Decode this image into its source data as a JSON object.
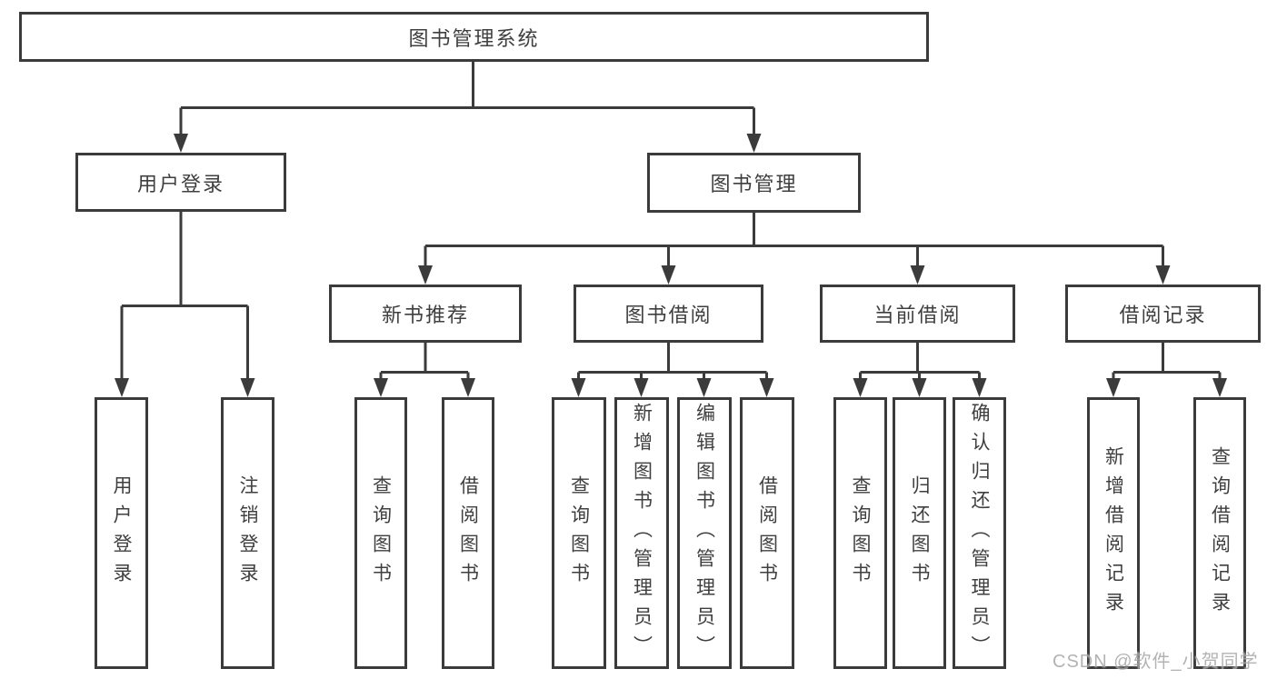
{
  "diagram": {
    "root": {
      "label": "图书管理系统"
    },
    "branches": [
      {
        "label": "用户登录",
        "children": [
          {
            "label": "用户登录"
          },
          {
            "label": "注销登录"
          }
        ]
      },
      {
        "label": "图书管理",
        "children": [
          {
            "label": "新书推荐",
            "children": [
              {
                "label": "查询图书"
              },
              {
                "label": "借阅图书"
              }
            ]
          },
          {
            "label": "图书借阅",
            "children": [
              {
                "label": "查询图书"
              },
              {
                "label": "新增图书（管理员）"
              },
              {
                "label": "编辑图书（管理员）"
              },
              {
                "label": "借阅图书"
              }
            ]
          },
          {
            "label": "当前借阅",
            "children": [
              {
                "label": "查询图书"
              },
              {
                "label": "归还图书"
              },
              {
                "label": "确认归还（管理员）"
              }
            ]
          },
          {
            "label": "借阅记录",
            "children": [
              {
                "label": "新增借阅记录"
              },
              {
                "label": "查询借阅记录"
              }
            ]
          }
        ]
      }
    ],
    "watermark": {
      "text": "CSDN @软件_小贺同学"
    },
    "colors": {
      "line": "#3b3b3b",
      "text": "#3f3f3f",
      "watermark": "#a6a6a6",
      "background": "#ffffff"
    }
  }
}
